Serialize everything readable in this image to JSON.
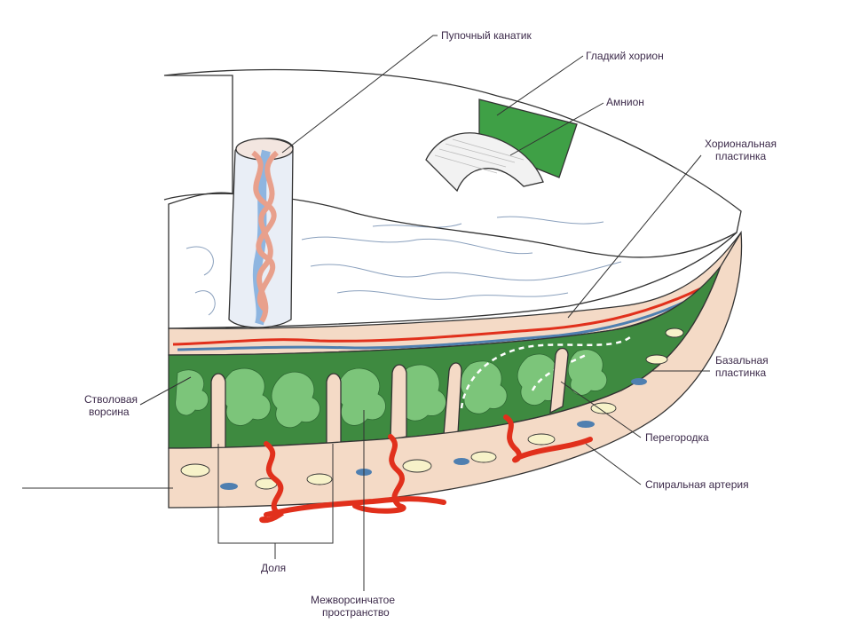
{
  "labels": {
    "umbilical_cord": "Пупочный канатик",
    "smooth_chorion": "Гладкий хорион",
    "amnion": "Амнион",
    "chorionic_plate_1": "Хориональная",
    "chorionic_plate_2": "пластинка",
    "basal_plate_1": "Базальная",
    "basal_plate_2": "пластинка",
    "stem_villus_1": "Стволовая",
    "stem_villus_2": "ворсина",
    "septum": "Перегородка",
    "spiral_artery": "Спиральная артерия",
    "lobule": "Доля",
    "intervillous_1": "Межворсинчатое",
    "intervillous_2": "пространство"
  },
  "colors": {
    "villus_green": "#3e8a40",
    "villus_light": "#7cc57a",
    "artery_red": "#e1301c",
    "vein_blue": "#4f7fb0",
    "decidua_peach": "#f4dac6",
    "amnion_green": "#3fa046",
    "outline": "#333333"
  }
}
